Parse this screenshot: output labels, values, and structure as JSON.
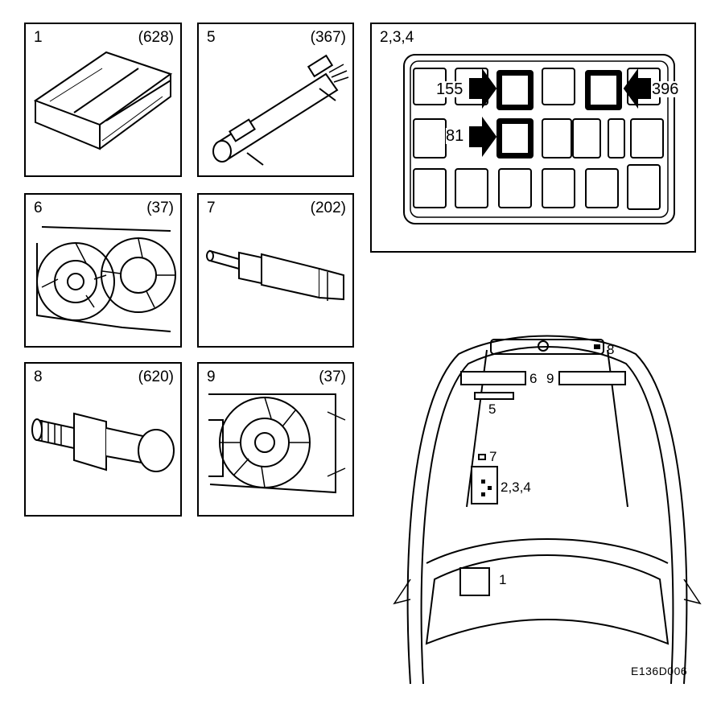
{
  "figure_ref": "E136D006",
  "panels": [
    {
      "id": "1",
      "number": "1",
      "code": "(628)",
      "icon": "control-module-icon"
    },
    {
      "id": "5",
      "number": "5",
      "code": "(367)",
      "icon": "cylindrical-sensor-icon"
    },
    {
      "id": "6",
      "number": "6",
      "code": "(37)",
      "icon": "cooling-fan-icon"
    },
    {
      "id": "7",
      "number": "7",
      "code": "(202)",
      "icon": "temperature-sensor-icon"
    },
    {
      "id": "8",
      "number": "8",
      "code": "(620)",
      "icon": "pressure-switch-icon"
    },
    {
      "id": "9",
      "number": "9",
      "code": "(37)",
      "icon": "cooling-fan-icon"
    }
  ],
  "relay_box": {
    "title": "2,3,4",
    "callouts": {
      "left_top": "155",
      "left_bottom": "81",
      "right_top": "396"
    }
  },
  "car_labels": {
    "l8": "8",
    "l6": "6",
    "l9": "9",
    "l5": "5",
    "l7": "7",
    "l234": "2,3,4",
    "l1": "1"
  }
}
